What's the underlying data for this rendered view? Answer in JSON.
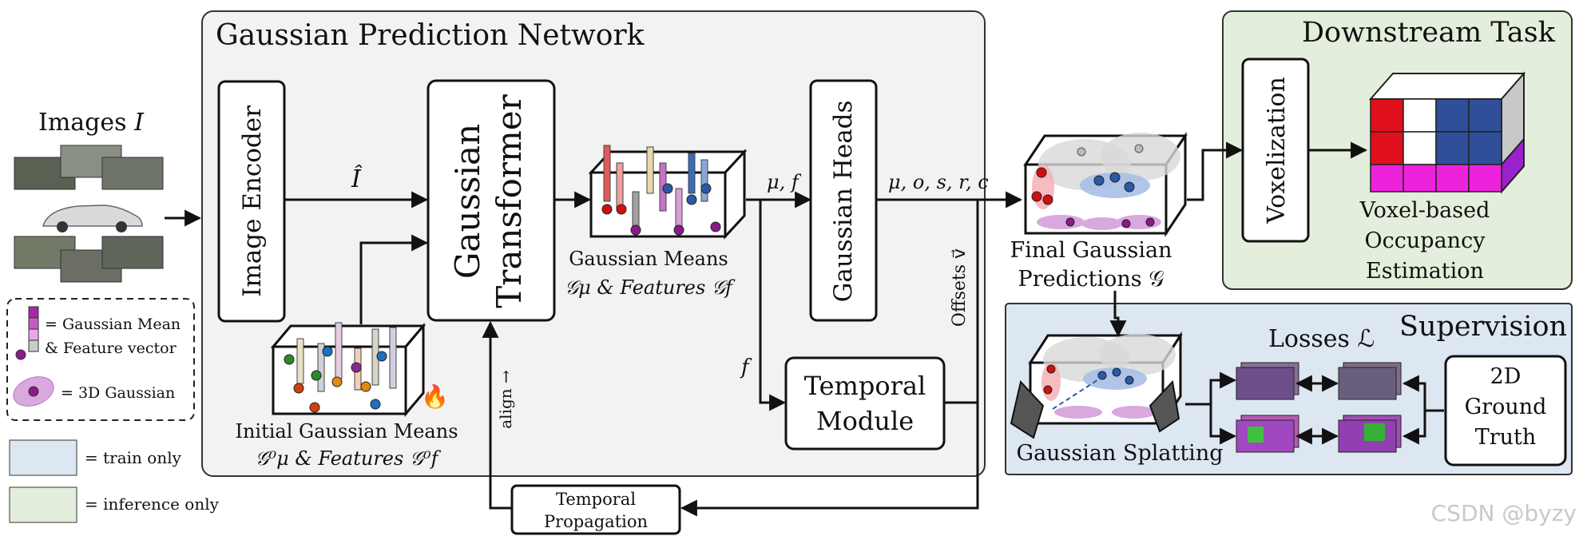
{
  "panels": {
    "network_title": "Gaussian Prediction Network",
    "downstream_title": "Downstream Task",
    "supervision_title": "Supervision"
  },
  "inputs": {
    "images_label": "Images 𝐼"
  },
  "blocks": {
    "image_encoder": "Image Encoder",
    "gaussian_transformer_line1": "Gaussian",
    "gaussian_transformer_line2": "Transformer",
    "gaussian_heads": "Gaussian Heads",
    "temporal_module_line1": "Temporal",
    "temporal_module_line2": "Module",
    "temporal_propagation_line1": "Temporal",
    "temporal_propagation_line2": "Propagation",
    "voxelization": "Voxelization",
    "ground_truth_line1": "2D",
    "ground_truth_line2": "Ground",
    "ground_truth_line3": "Truth"
  },
  "edge_labels": {
    "i_hat": "Î",
    "mu_f": "μ, f",
    "params": "μ, o, s, r, c",
    "f": "f",
    "offsets": "Offsets v⃗",
    "align": "align →"
  },
  "captions": {
    "initial_line1": "Initial Gaussian Means",
    "initial_line2": "𝒢⁰μ & Features 𝒢⁰f",
    "means_line1": "Gaussian Means",
    "means_line2": "𝒢μ & Features 𝒢f",
    "final_line1": "Final Gaussian",
    "final_line2": "Predictions 𝒢",
    "voxel_line1": "Voxel-based",
    "voxel_line2": "Occupancy",
    "voxel_line3": "Estimation",
    "splatting": "Gaussian Splatting",
    "losses": "Losses ℒ"
  },
  "legend": {
    "mean_feature_line1": "= Gaussian Mean",
    "mean_feature_line2": "& Feature vector",
    "gaussian_3d": "= 3D Gaussian",
    "train_only": "= train only",
    "inference_only": "= inference only"
  },
  "colors": {
    "supervision_bg": "#dde7f2",
    "downstream_bg": "#e3efdc",
    "network_bg": "#f2f2f2",
    "voxel_red": "#e0101c",
    "voxel_blue": "#2f4f9a",
    "voxel_magenta": "#ee22dd",
    "voxel_purple": "#9922cc"
  },
  "watermark": "CSDN @byzy"
}
